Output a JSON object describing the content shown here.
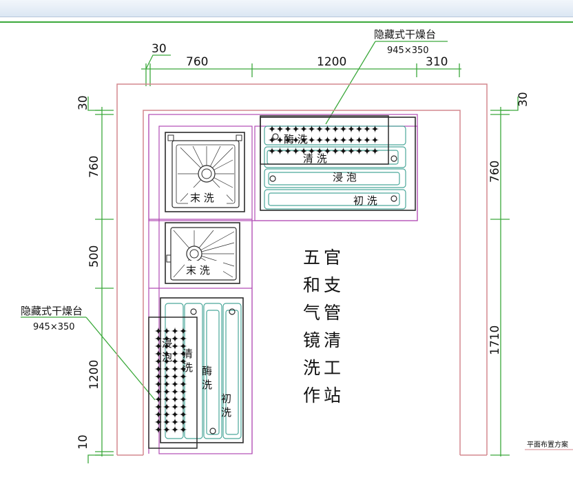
{
  "dimensions": {
    "top": [
      "30",
      "760",
      "1200",
      "310"
    ],
    "left": [
      "30",
      "760",
      "500",
      "1200",
      "10"
    ],
    "right": [
      "30",
      "760",
      "1710"
    ]
  },
  "dryer_top": {
    "title": "隐藏式干燥台",
    "size": "945×350"
  },
  "dryer_left": {
    "title": "隐藏式干燥台",
    "size": "945×350"
  },
  "sinks": {
    "top_left": "末 洗",
    "mid_left": "末 洗"
  },
  "tank_top": {
    "row1": "酶 洗",
    "row2": "清 洗",
    "row3": "浸 泡",
    "row4": "初 洗"
  },
  "tank_left": {
    "col1": "浸 泡",
    "col2": "清 洗",
    "col3": "酶 洗",
    "col4": "初 洗"
  },
  "station_title": {
    "col_a": [
      "五",
      "和",
      "气",
      "镜",
      "洗",
      "作"
    ],
    "col_b": [
      "官",
      "支",
      "管",
      "清",
      "工",
      "站"
    ]
  },
  "footer_note": "平面布置方案",
  "colors": {
    "frame": "#d4878d",
    "magenta": "#b14bb4",
    "green": "#3aa83a",
    "equip": "#2b2b2b",
    "teal": "#4aa79a"
  }
}
